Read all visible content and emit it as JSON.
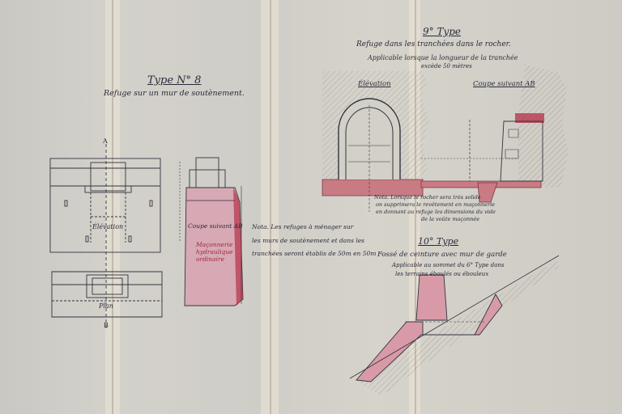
{
  "type8": {
    "title": "Type N° 8",
    "subtitle": "Refuge sur un mur de soutènement.",
    "elevation_label": "Élévation",
    "plan_label": "Plan",
    "coupe_label": "Coupe suivant AB",
    "masonry_label": "Maçonnerie hydraulique ordinaire",
    "point_a": "A",
    "point_b": "B"
  },
  "note_left": {
    "line1": "Nota. Les refuges à ménager sur",
    "line2": "les murs de soutènement et dans les",
    "line3": "tranchées seront établis de 50m en 50m"
  },
  "type9": {
    "title": "9° Type",
    "subtitle": "Refuge dans les tranchées dans le rocher.",
    "applic1": "Applicable lorsque la longueur de la tranchée",
    "applic2": "excède 50 mètres",
    "elevation_label": "Élévation",
    "coupe_label": "Coupe suivant AB",
    "note1": "Nota. Lorsque le rocher sera très solide",
    "note2": "on supprimera le revêtement en maçonnerie",
    "note3": "en donnant au refuge les dimensions du vide",
    "note4": "de la voûte maçonnée"
  },
  "type10": {
    "title": "10° Type",
    "subtitle": "Fossé de ceinture avec mur de garde",
    "applic1": "Applicable au sommet du 6° Type dans",
    "applic2": "les terrains éboulés ou ébouleux"
  },
  "colors": {
    "paper": "#cfcdc6",
    "ink": "#2a2a36",
    "masonry_pink": "#d99aa8",
    "masonry_red": "#b8384f"
  }
}
